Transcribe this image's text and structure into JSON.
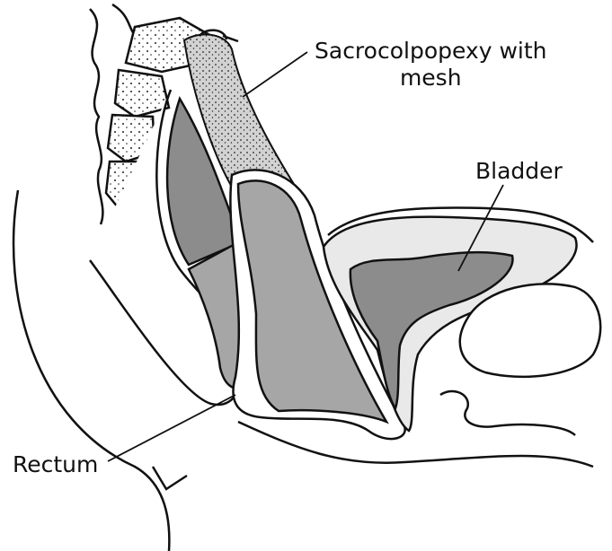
{
  "labels": {
    "mesh_line1": "Sacrocolpopexy with",
    "mesh_line2": "mesh",
    "bladder": "Bladder",
    "rectum": "Rectum"
  },
  "colors": {
    "stroke": "#111111",
    "dark_fill": "#8c8c8c",
    "mid_fill": "#a6a6a6",
    "light_fill": "#e9e9e9",
    "mesh_fill": "#d8d8d8",
    "background": "#ffffff"
  }
}
